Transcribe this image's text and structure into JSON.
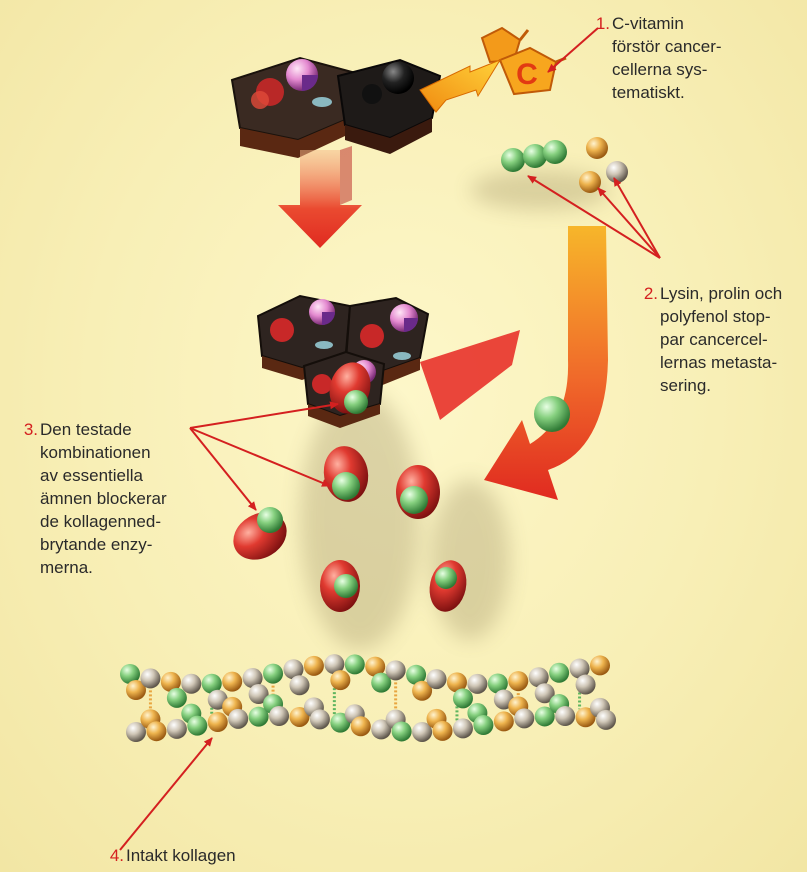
{
  "labels": [
    {
      "num": "1.",
      "text": "C-vitamin\nförstör cancer-\ncellerna sys-\ntematiskt."
    },
    {
      "num": "2.",
      "text": "Lysin, prolin och\npolyfenol stop-\npar cancercel-\nlernas metasta-\nsering."
    },
    {
      "num": "3.",
      "text": "Den testade\nkombinationen\nav essentiella\nämnen blockerar\nde kollagenned-\nbrytande enzy-\nmerna."
    },
    {
      "num": "4.",
      "text": "Intakt kollagen"
    }
  ],
  "vitamin_c_mark": "C",
  "colors": {
    "background": "#f8efb6",
    "callout": "#d42020",
    "arrow_red": "#e8322a",
    "arrow_orange": "#f7a625",
    "cell_dark": "#2e2420",
    "sphere_green": "#74c274",
    "sphere_orange": "#e8a540",
    "sphere_grey": "#c8c0b0",
    "enzyme_red": "#d83030",
    "nucleus_pink": "#e088c8"
  }
}
